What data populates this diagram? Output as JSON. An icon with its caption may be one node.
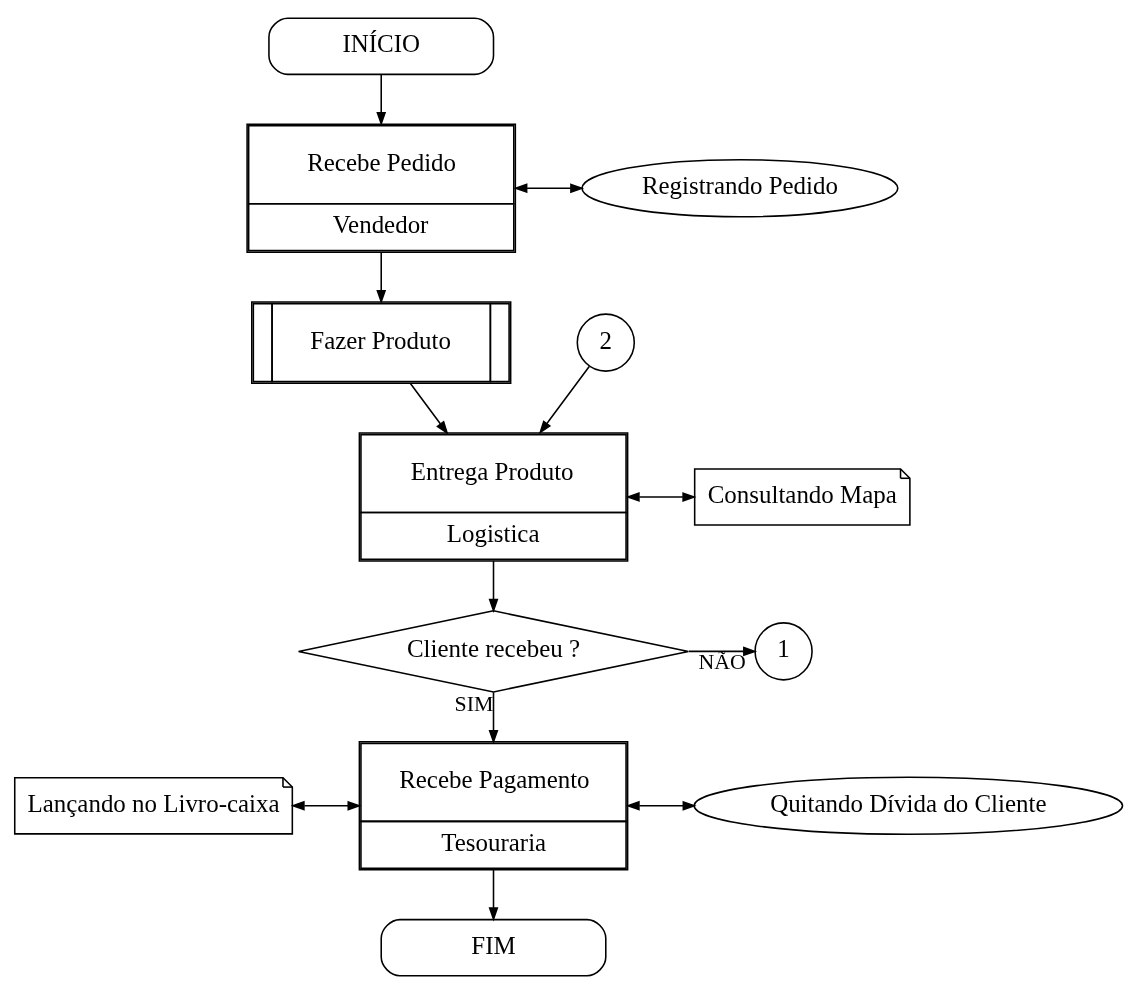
{
  "diagram": {
    "nodes": [
      {
        "text": [
          "INÍCIO"
        ]
      },
      {
        "text": [
          "Recebe Pedido",
          "Vendedor"
        ]
      },
      {
        "text": [
          "Registrando Pedido"
        ]
      },
      {
        "text": [
          "Fazer Produto"
        ]
      },
      {
        "text": [
          "2"
        ]
      },
      {
        "text": [
          "Entrega Produto",
          "Logistica"
        ]
      },
      {
        "text": [
          "Consultando Mapa"
        ]
      },
      {
        "text": [
          "Cliente recebeu ?"
        ]
      },
      {
        "text": [
          "1"
        ]
      },
      {
        "text": [
          "Lançando no Livro-caixa"
        ]
      },
      {
        "text": [
          "Recebe Pagamento",
          "Tesouraria"
        ]
      },
      {
        "text": [
          "Quitando Dívida do Cliente"
        ]
      },
      {
        "text": [
          "FIM"
        ]
      }
    ],
    "edges": [
      {
        "from": 0,
        "to": 1,
        "arrow": "to"
      },
      {
        "from": 1,
        "to": 2,
        "arrow": "both"
      },
      {
        "from": 1,
        "to": 3,
        "arrow": "to"
      },
      {
        "from": 3,
        "to": 5,
        "arrow": "to"
      },
      {
        "from": 4,
        "to": 5,
        "arrow": "to"
      },
      {
        "from": 5,
        "to": 6,
        "arrow": "both"
      },
      {
        "from": 5,
        "to": 7,
        "arrow": "to"
      },
      {
        "from": 7,
        "to": 8,
        "arrow": "to",
        "label": "NÃO"
      },
      {
        "from": 7,
        "to": 10,
        "arrow": "to",
        "label": "SIM"
      },
      {
        "from": 9,
        "to": 10,
        "arrow": "both"
      },
      {
        "from": 10,
        "to": 11,
        "arrow": "both"
      },
      {
        "from": 10,
        "to": 12,
        "arrow": "to"
      }
    ]
  }
}
